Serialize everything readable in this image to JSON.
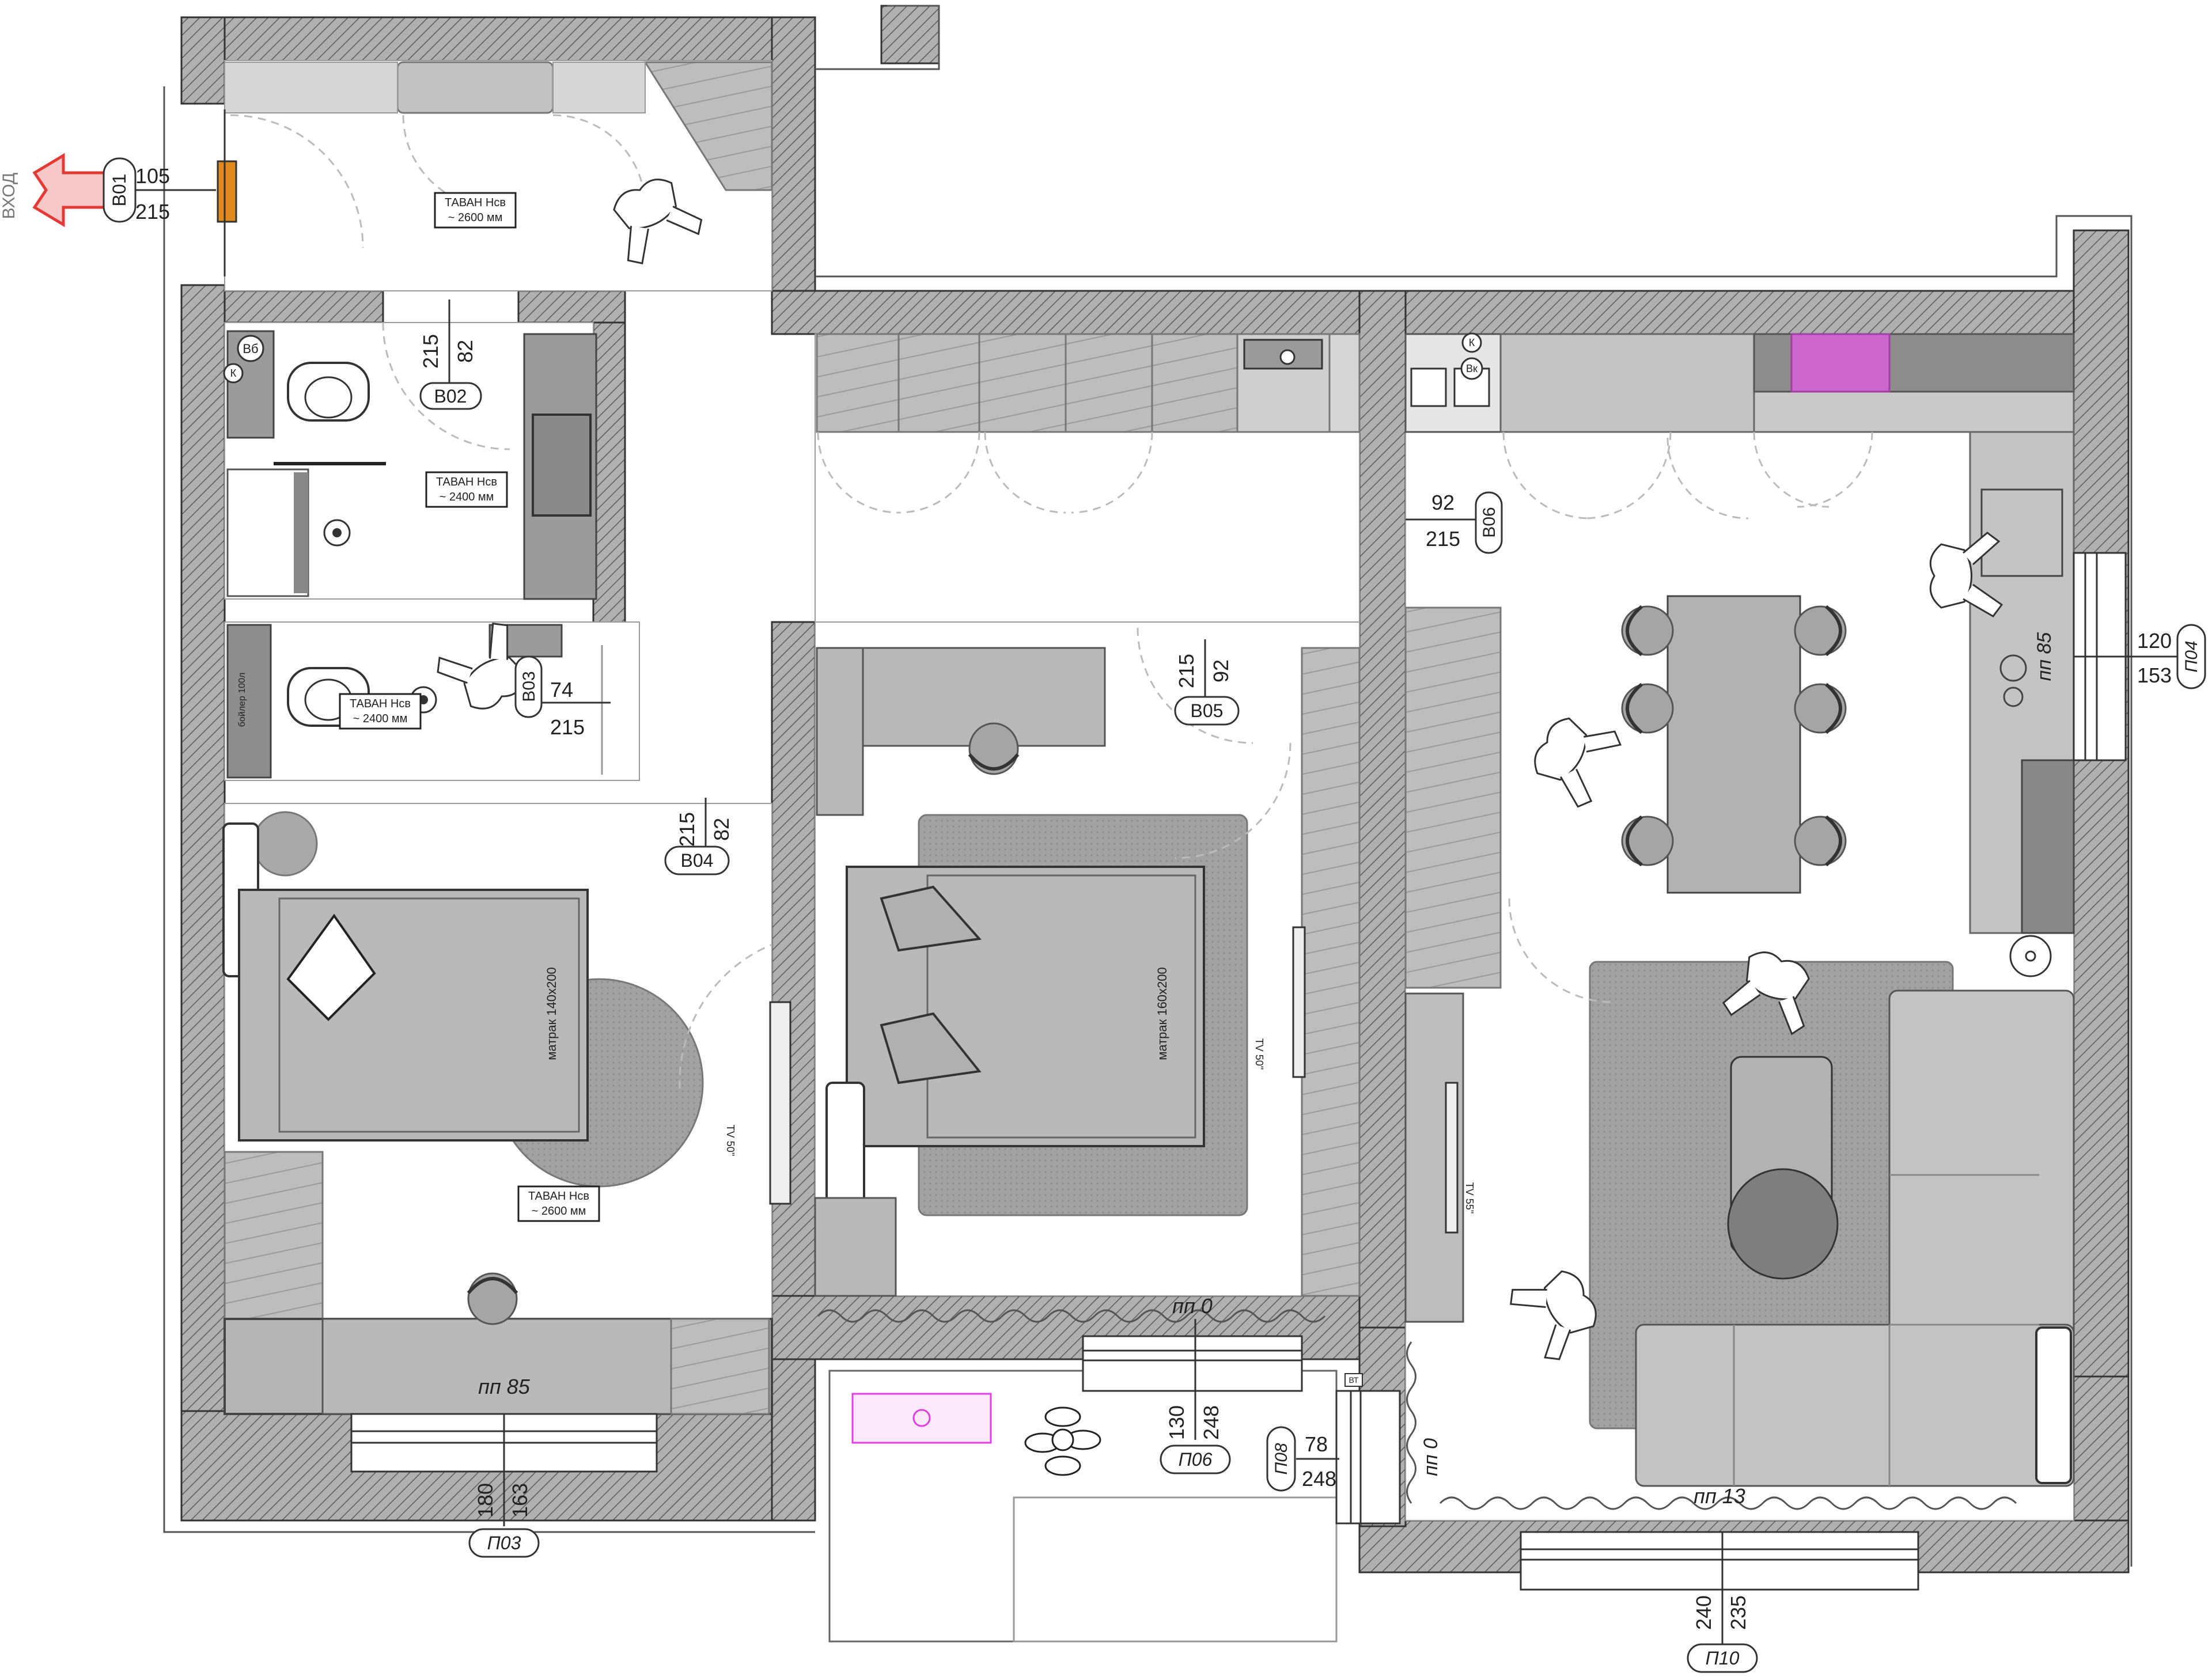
{
  "entry": {
    "label": "ВХОД"
  },
  "ceilings": [
    {
      "id": "hall",
      "line1": "ТАВАН  Нсв",
      "line2": "~ 2600 мм"
    },
    {
      "id": "bath1",
      "line1": "ТАВАН  Нсв",
      "line2": "~ 2400 мм"
    },
    {
      "id": "bath2",
      "line1": "ТАВАН  Нсв",
      "line2": "~ 2400 мм"
    },
    {
      "id": "bedroom1",
      "line1": "ТАВАН  Нсв",
      "line2": "~ 2600 мм"
    }
  ],
  "doors": [
    {
      "id": "B01",
      "width": "105",
      "height": "215"
    },
    {
      "id": "B02",
      "width": "82",
      "height": "215"
    },
    {
      "id": "B03",
      "width": "74",
      "height": "215"
    },
    {
      "id": "B04",
      "width": "82",
      "height": "215"
    },
    {
      "id": "B05",
      "width": "92",
      "height": "215"
    },
    {
      "id": "B06",
      "width": "92",
      "height": "215"
    }
  ],
  "windows": [
    {
      "id": "П03",
      "width": "180",
      "height": "163",
      "sill": "пп 85"
    },
    {
      "id": "П04",
      "width": "120",
      "height": "153",
      "sill": "пп 85"
    },
    {
      "id": "П06",
      "width": "130",
      "height": "248",
      "sill": "пп 0"
    },
    {
      "id": "П08",
      "width": "78",
      "height": "248",
      "sill": "пп 0"
    },
    {
      "id": "П10",
      "width": "240",
      "height": "235",
      "sill": "пп 13"
    }
  ],
  "beds": [
    {
      "id": "bed1",
      "label": "матрак  140x200"
    },
    {
      "id": "bed2",
      "label": "матрак  160x200"
    }
  ],
  "tv": [
    {
      "id": "tv1",
      "label": "TV 50\""
    },
    {
      "id": "tv2",
      "label": "TV 50\""
    },
    {
      "id": "tv3",
      "label": "TV 55\""
    }
  ],
  "appliances": [
    {
      "id": "boiler",
      "label": "Вб"
    },
    {
      "id": "k1",
      "label": "К"
    },
    {
      "id": "k2",
      "label": "К"
    },
    {
      "id": "vk",
      "label": "Вк"
    },
    {
      "id": "vt",
      "label": "ВТ"
    },
    {
      "id": "boiler2",
      "label": "бойлер 100л"
    }
  ],
  "colors": {
    "wall": "#a7a7a7",
    "hatch": "#555555",
    "furniture": "#bdbdbd",
    "furniture_dark": "#8f8f8f",
    "rug": "#9d9d9d",
    "floor": "#ffffff",
    "hob": "#cc66cc",
    "entry_arrow": "#e53935",
    "door_leaf": "#e08a1e",
    "terrace_table": "#e040e0"
  },
  "icons": [
    "entry-arrow-icon",
    "person-icon",
    "plant-icon",
    "hob-icon",
    "sink-icon",
    "toilet-icon",
    "shower-drain-icon"
  ]
}
